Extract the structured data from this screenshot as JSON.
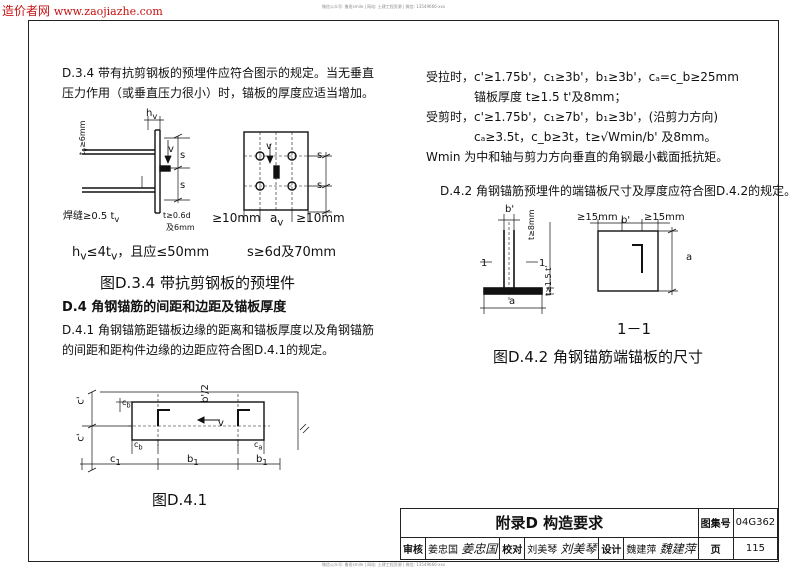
{
  "watermark": {
    "site": "造价者网",
    "url": "www.zaojiazhe.com",
    "notice_top": "微信公众号: 鲁班smile | 网站: 土建工程资源 | 微信: 13549666-xxx",
    "notice_bottom": "微信公众号: 鲁班smile | 网站: 土建工程资源 | 微信: 13549666-xxx"
  },
  "left": {
    "d34_line1": "D.3.4  带有抗剪钢板的预埋件应符合图示的规定。当无垂直",
    "d34_line2": "压力作用（或垂直压力很小）时，锚板的厚度应适当增加。",
    "fig1_hv": "h",
    "fig1_hv_sub": "v",
    "fig1_tv6": "t",
    "fig1_tv6_rest": "≥6mm",
    "fig1_weld": "焊缝≥0.5 t",
    "fig1_weld_sub": "v",
    "fig1_v": "v",
    "fig1_s": "s",
    "fig1_t06": "t≥0.6d",
    "fig1_and6": "及6mm",
    "fig2_v": "v",
    "fig2_s": "s",
    "fig2_left10": "≥10mm",
    "fig2_av": "a",
    "fig2_av_sub": "v",
    "fig2_right10": "≥10mm",
    "formula1": "h",
    "formula1_sub": "v",
    "formula1_rest": "≤4t",
    "formula1_tsub": "v",
    "formula1_tail": "，且应≤50mm",
    "formula2": "s≥6d及70mm",
    "caption_d34": "图D.3.4   带抗剪钢板的预埋件",
    "heading_d4": "D.4   角钢锚筋的间距和边距及锚板厚度",
    "d41_line1": "D.4.1  角钢锚筋距锚板边缘的距离和锚板厚度以及角钢锚筋",
    "d41_line2": "的间距和距构件边缘的边距应符合图D.4.1的规定。",
    "fig41_c": "c'",
    "fig41_cb": "c",
    "fig41_b2": "b'/2",
    "fig41_v": "v",
    "fig41_ca": "c",
    "fig41_c1": "c",
    "fig41_b1": "b",
    "caption_d41": "图D.4.1"
  },
  "right": {
    "line1": "受拉时，c'≥1.75b'，c₁≥3b'，b₁≥3b'，cₐ=c_b≥25mm",
    "line2": "锚板厚度 t≥1.5 t'及8mm；",
    "line3": "受剪时，c'≥1.75b'，c₁≥7b'，b₁≥3b'，(沿剪力方向)",
    "line4": "cₐ≥3.5t，c_b≥3t，t≥√Wmin/b' 及8mm。",
    "line5": "Wmin 为中和轴与剪力方向垂直的角钢最小截面抵抗矩。",
    "d42": "D.4.2  角钢锚筋预埋件的端锚板尺寸及厚度应符合图D.4.2的规定。",
    "fig42_b": "b'",
    "fig42_t8": "t≥8mm",
    "fig42_one": "1",
    "fig42_t15": "t≥1.5 t'",
    "fig42_a": "a",
    "fig42_left15": "≥15mm",
    "fig42_right15": "≥15mm",
    "fig42_section": "1－1",
    "caption_d42": "图D.4.2   角钢锚筋端锚板的尺寸"
  },
  "title_block": {
    "title": "附录D   构造要求",
    "atlas_label": "图集号",
    "atlas_no": "04G362",
    "review_label": "审核",
    "reviewer": "姜忠国",
    "check_label": "校对",
    "checker": "刘美琴",
    "design_label": "设计",
    "designer": "魏建萍",
    "page_label": "页",
    "page_no": "115"
  }
}
